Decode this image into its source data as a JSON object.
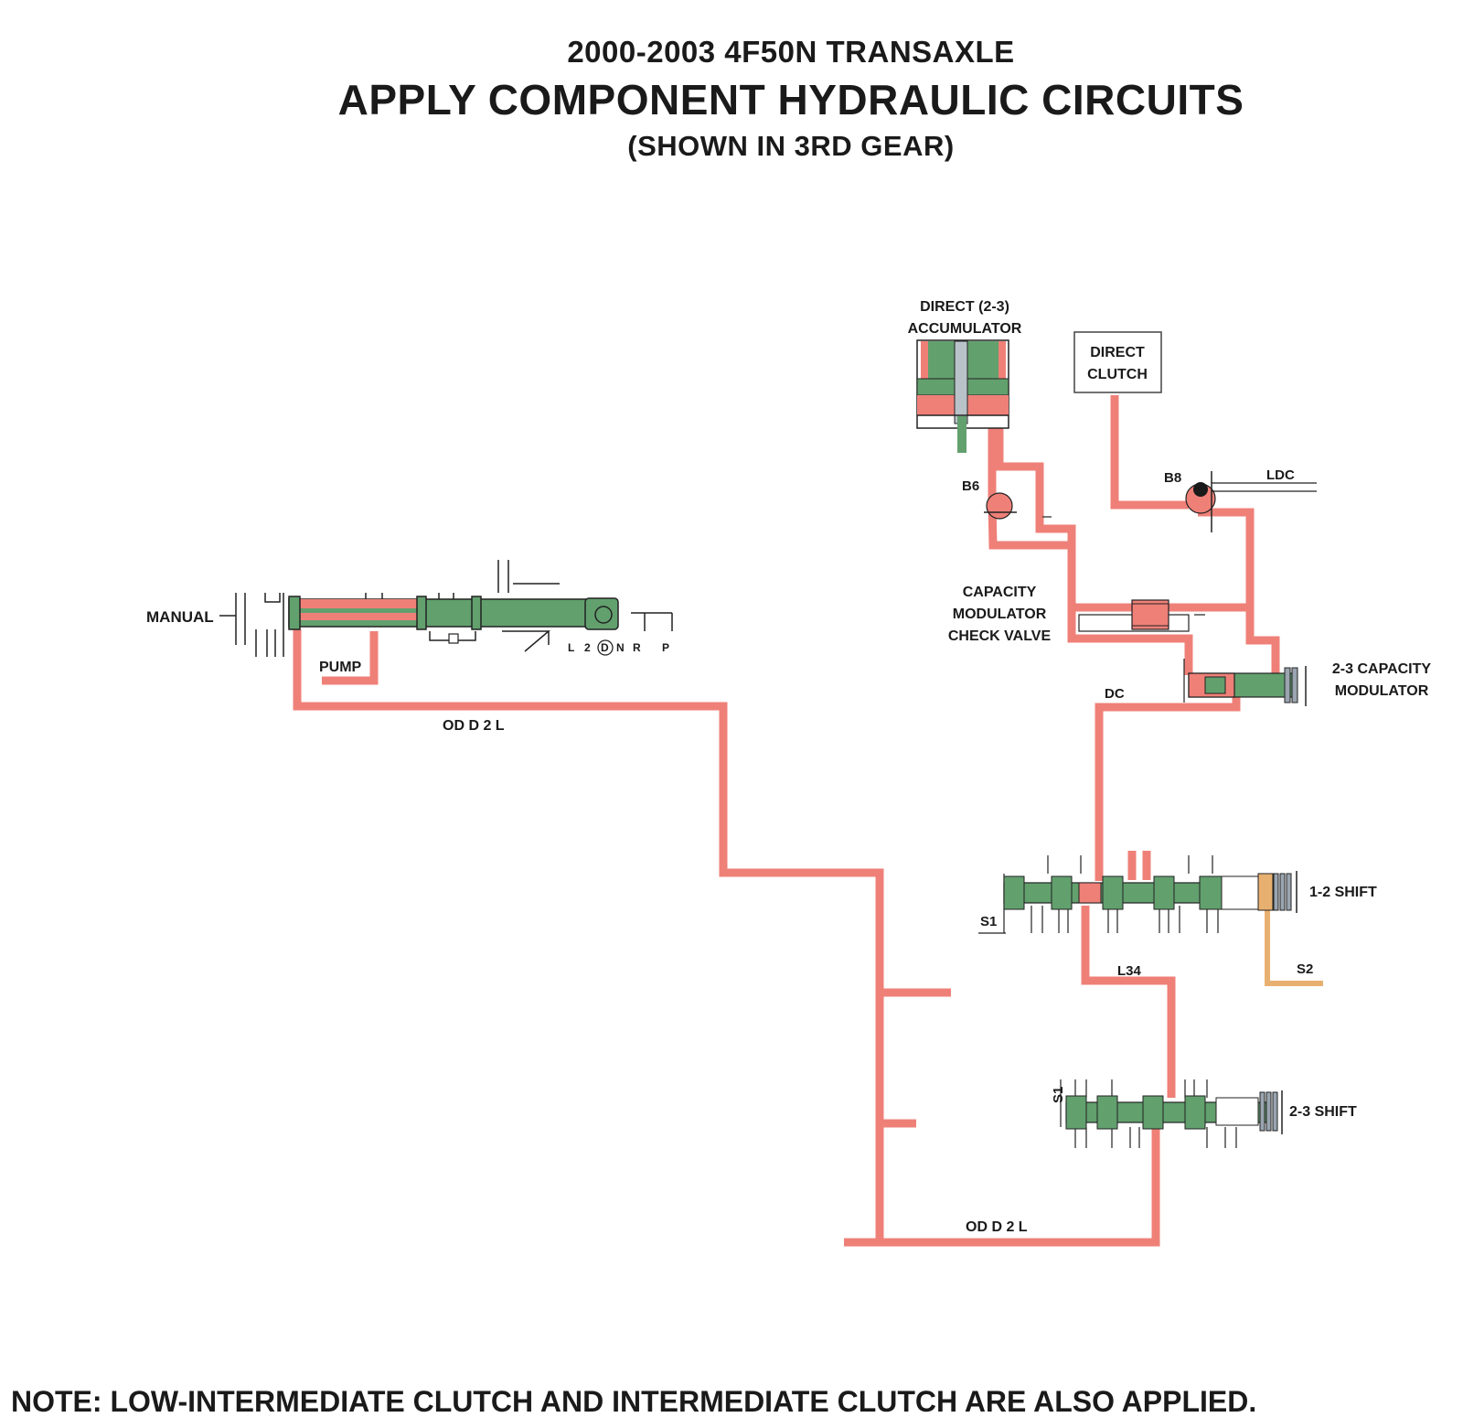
{
  "header": {
    "year_title": "2000-2003 4F50N TRANSAXLE",
    "main_title": "APPLY COMPONENT HYDRAULIC CIRCUITS",
    "sub_title": "(SHOWN IN 3RD GEAR)"
  },
  "note": "NOTE: LOW-INTERMEDIATE CLUTCH AND INTERMEDIATE CLUTCH ARE ALSO APPLIED.",
  "labels": {
    "manual": "MANUAL",
    "pump": "PUMP",
    "od_d2l_upper": "OD D 2 L",
    "od_d2l_lower": "OD D 2 L",
    "positions": [
      "L",
      "2",
      "D",
      "N",
      "R",
      "P"
    ],
    "accumulator_line1": "DIRECT (2-3)",
    "accumulator_line2": "ACCUMULATOR",
    "direct_clutch_line1": "DIRECT",
    "direct_clutch_line2": "CLUTCH",
    "b6": "B6",
    "b8": "B8",
    "ldc": "LDC",
    "cap_check_line1": "CAPACITY",
    "cap_check_line2": "MODULATOR",
    "cap_check_line3": "CHECK VALVE",
    "cap_mod_line1": "2-3 CAPACITY",
    "cap_mod_line2": "MODULATOR",
    "dc": "DC",
    "s1_upper": "S1",
    "shift_12": "1-2 SHIFT",
    "l34": "L34",
    "s2": "S2",
    "s1_lower": "S1",
    "shift_23": "2-3 SHIFT"
  },
  "colors": {
    "oil_applied": "#ef8078",
    "valve_spool": "#62a06e",
    "s2_signal": "#e8b070",
    "outline": "#222222"
  }
}
